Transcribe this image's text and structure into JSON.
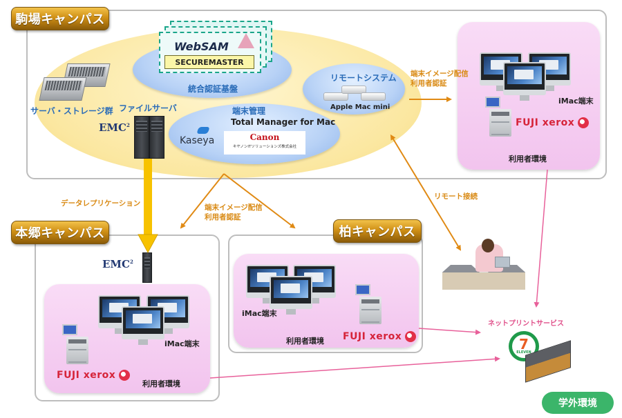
{
  "campuses": {
    "komaba": {
      "label": "駒場キャンパス"
    },
    "hongo": {
      "label": "本郷キャンパス"
    },
    "kashiwa": {
      "label": "柏キャンパス"
    }
  },
  "komaba": {
    "server_storage_label": "サーバ・ストレージ群",
    "file_server_label": "ファイルサーバ",
    "emc_logo": "EMC",
    "emc_sup": "2",
    "auth_platform": {
      "label": "統合認証基盤",
      "product_brand": "WebSAM",
      "product_name": "SECUREMASTER"
    },
    "remote_system": {
      "label": "リモートシステム",
      "device": "Apple Mac mini"
    },
    "terminal_management": {
      "label": "端末管理",
      "product": "Total Manager for Mac",
      "vendor1": "Kaseya",
      "vendor2": "Canon",
      "vendor2_sub": "キヤノンITソリューションズ株式会社"
    },
    "user_env": {
      "imac_label": "iMac端末",
      "printer_brand": "FUJI xerox",
      "label": "利用者環境"
    }
  },
  "hongo": {
    "emc_logo": "EMC",
    "emc_sup": "2",
    "user_env": {
      "imac_label": "iMac端末",
      "printer_brand": "FUJI xerox",
      "label": "利用者環境"
    }
  },
  "kashiwa": {
    "user_env": {
      "imac_label": "iMac端末",
      "printer_brand": "FUJI xerox",
      "label": "利用者環境"
    }
  },
  "connections": {
    "image_delivery_top": [
      "端末イメージ配信",
      "利用者認証"
    ],
    "image_delivery_mid": [
      "端末イメージ配信",
      "利用者認証"
    ],
    "data_replication": "データレプリケーション",
    "remote_connection": "リモート接続",
    "net_print": "ネットプリントサービス"
  },
  "external": {
    "label": "学外環境",
    "store_logo_number": "7",
    "store_logo_text": "ELEVEN"
  },
  "colors": {
    "badge_gold": "#d09016",
    "arrow_orange": "#e08a14",
    "arrow_yellow": "#f7c200",
    "pink_line": "#e8609a",
    "env_pink": "#f6d2f2",
    "external_green": "#3bb56a",
    "label_blue": "#2a6cb8"
  }
}
